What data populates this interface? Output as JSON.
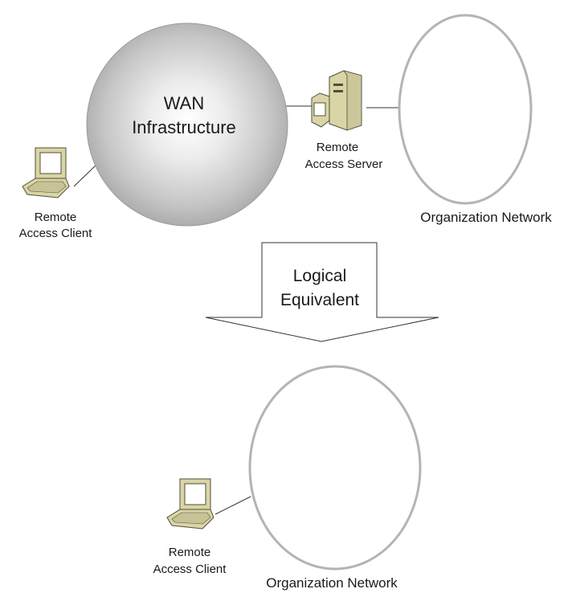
{
  "top": {
    "wan_title_line1": "WAN",
    "wan_title_line2": "Infrastructure",
    "client_label_line1": "Remote",
    "client_label_line2": "Access Client",
    "server_label_line1": "Remote",
    "server_label_line2": "Access Server",
    "org_network_label": "Organization Network"
  },
  "arrow": {
    "label_line1": "Logical",
    "label_line2": "Equivalent"
  },
  "bottom": {
    "client_label_line1": "Remote",
    "client_label_line2": "Access Client",
    "org_network_label": "Organization Network"
  },
  "colors": {
    "wan_center": "#ffffff",
    "wan_edge": "#a6a6a6",
    "network_stroke": "#b4b4b4",
    "device_beige": "#d9d5a6",
    "device_dark": "#4f4f3a",
    "line": "#333333"
  },
  "icons": {
    "client": "laptop-icon",
    "server": "server-tower-icon"
  }
}
